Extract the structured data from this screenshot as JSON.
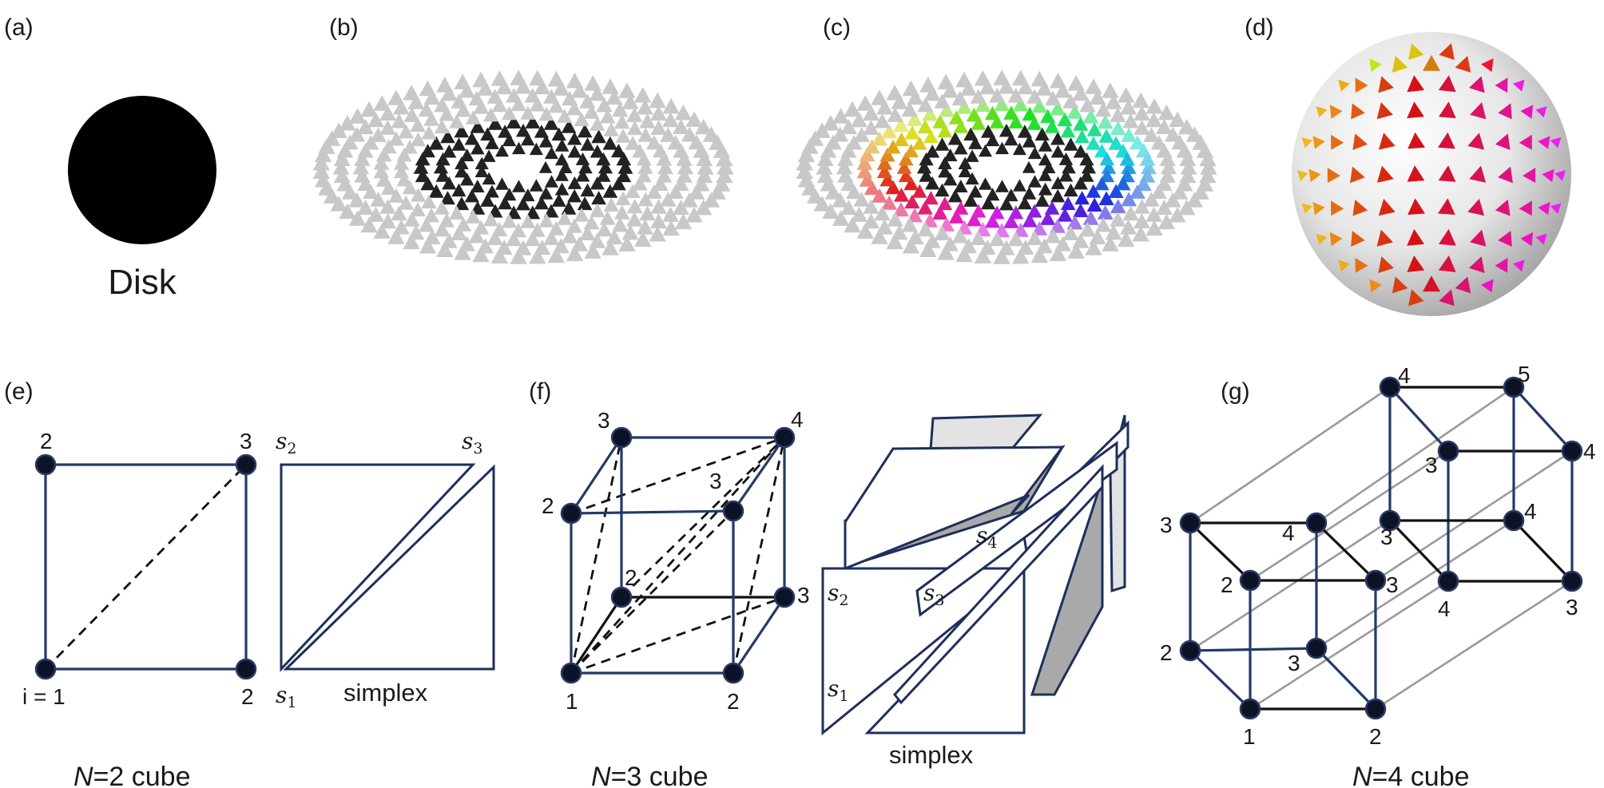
{
  "panels": {
    "a": {
      "label": "(a)",
      "caption": "Disk"
    },
    "b": {
      "label": "(b)"
    },
    "c": {
      "label": "(c)"
    },
    "d": {
      "label": "(d)"
    },
    "e": {
      "label": "(e)",
      "caption_italic": "N",
      "caption_rest": "=2 cube",
      "vertex_labels": [
        "i = 1",
        "2",
        "2",
        "3"
      ],
      "simplex_label": "simplex",
      "tilde_labels": [
        "s",
        "s",
        "s"
      ],
      "tilde_subs": [
        "1",
        "2",
        "3"
      ]
    },
    "f": {
      "label": "(f)",
      "caption_italic": "N",
      "caption_rest": "=3 cube",
      "vertex_labels": [
        "1",
        "2",
        "2",
        "2",
        "3",
        "3",
        "3",
        "4"
      ],
      "simplex_label": "simplex",
      "tilde_labels": [
        "s",
        "s",
        "s",
        "s"
      ],
      "tilde_subs": [
        "1",
        "2",
        "3",
        "4"
      ]
    },
    "g": {
      "label": "(g)",
      "caption_italic": "N",
      "caption_rest": "=4 cube",
      "vertex_labels": [
        "1",
        "2",
        "2",
        "2",
        "3",
        "3",
        "3",
        "3",
        "3",
        "3",
        "4",
        "4",
        "4",
        "4",
        "4",
        "5"
      ]
    }
  },
  "colors": {
    "spin_background": "#c8c8c8",
    "spin_core": "#222222",
    "edge": "#243a66",
    "node": "#0d1326"
  }
}
